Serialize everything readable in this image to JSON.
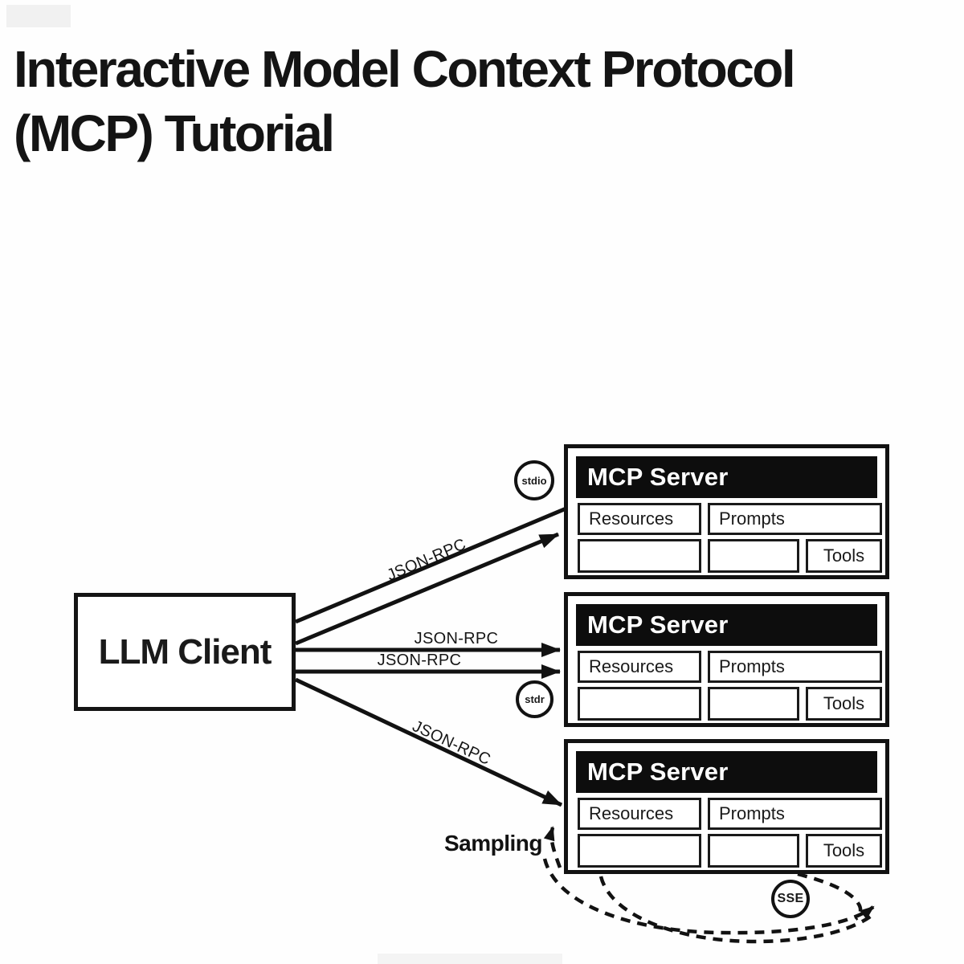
{
  "page": {
    "title_line1": "Interactive Model Context Protocol",
    "title_line2": "(MCP) Tutorial"
  },
  "client": {
    "label": "LLM Client"
  },
  "servers": [
    {
      "title": "MCP Server",
      "resources": "Resources",
      "prompts": "Prompts",
      "tools": "Tools"
    },
    {
      "title": "MCP Server",
      "resources": "Resources",
      "prompts": "Prompts",
      "tools": "Tools"
    },
    {
      "title": "MCP Server",
      "resources": "Resources",
      "prompts": "Prompts",
      "tools": "Tools"
    }
  ],
  "connections": {
    "rpc_labels": [
      "JSON-RPC",
      "JSON-RPC",
      "JSON-RPC",
      "JSON-RPC"
    ],
    "sampling_label": "Sampling"
  },
  "badges": {
    "stdio": "stdio",
    "stdr": "stdr",
    "sse": "SSE"
  },
  "colors": {
    "ink": "#121212",
    "paper": "#ffffff",
    "header_bg": "#0d0d0d",
    "header_text": "#ffffff"
  }
}
